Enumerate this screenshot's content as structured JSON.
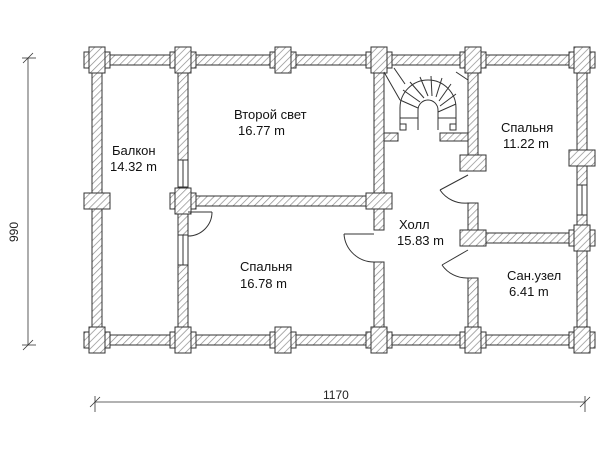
{
  "plan": {
    "rooms": [
      {
        "id": "balcony",
        "name": "Балкон",
        "area": "14.32 m"
      },
      {
        "id": "double-height",
        "name": "Второй свет",
        "area": "16.77 m"
      },
      {
        "id": "bedroom-right",
        "name": "Спальня",
        "area": "11.22 m"
      },
      {
        "id": "hall",
        "name": "Холл",
        "area": "15.83 m"
      },
      {
        "id": "bedroom-center",
        "name": "Спальня",
        "area": "16.78 m"
      },
      {
        "id": "bathroom",
        "name": "Сан.узел",
        "area": "6.41 m"
      }
    ],
    "dimensions": {
      "width": "1170",
      "height": "990"
    }
  },
  "colors": {
    "wall_hatch": "#9a9a9a",
    "wall_fill": "#ffffff",
    "line": "#333333"
  }
}
